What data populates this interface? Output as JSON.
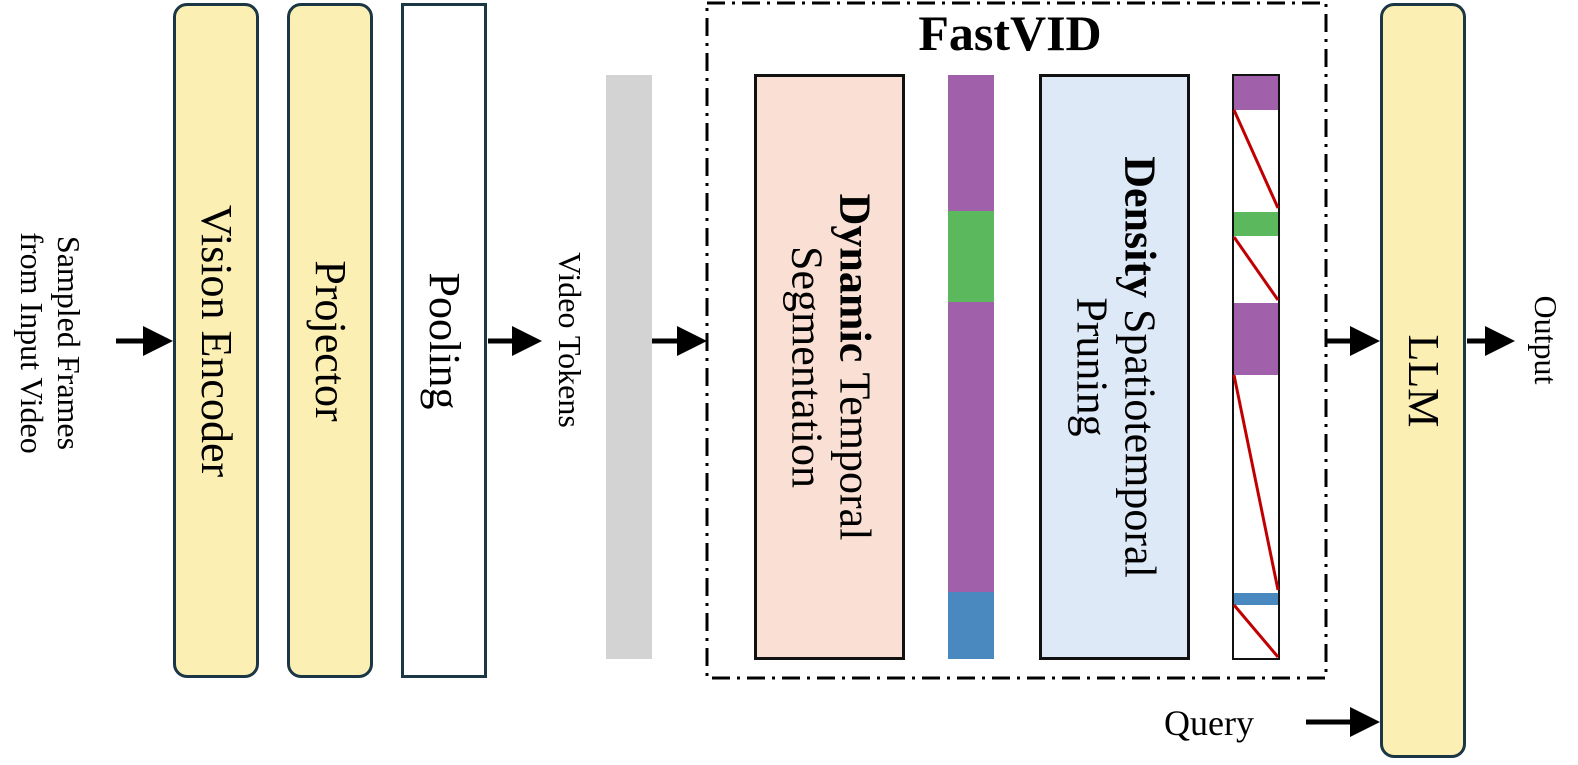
{
  "input_label": [
    "Sampled Frames",
    "from Input Video"
  ],
  "vision_encoder": "Vision Encoder",
  "projector": "Projector",
  "pooling": "Pooling",
  "video_tokens": "Video Tokens",
  "fastvid": {
    "title": "FastVID",
    "dts": {
      "bold": "Dynamic",
      "rest": " Temporal",
      "line2": "Segmentation"
    },
    "dsp": {
      "bold": "Density",
      "rest": " Spatiotemporal",
      "line2": "Pruning"
    }
  },
  "llm": "LLM",
  "output": "Output",
  "query": "Query",
  "colors": {
    "yellow": "#fbefb4",
    "dts_fill": "#fae0d4",
    "dsp_fill": "#dde9f6",
    "purple": "#a160aa",
    "green": "#5cb85c",
    "blue": "#4a89c0",
    "gray": "#d3d3d3",
    "red_line": "#c00000"
  }
}
